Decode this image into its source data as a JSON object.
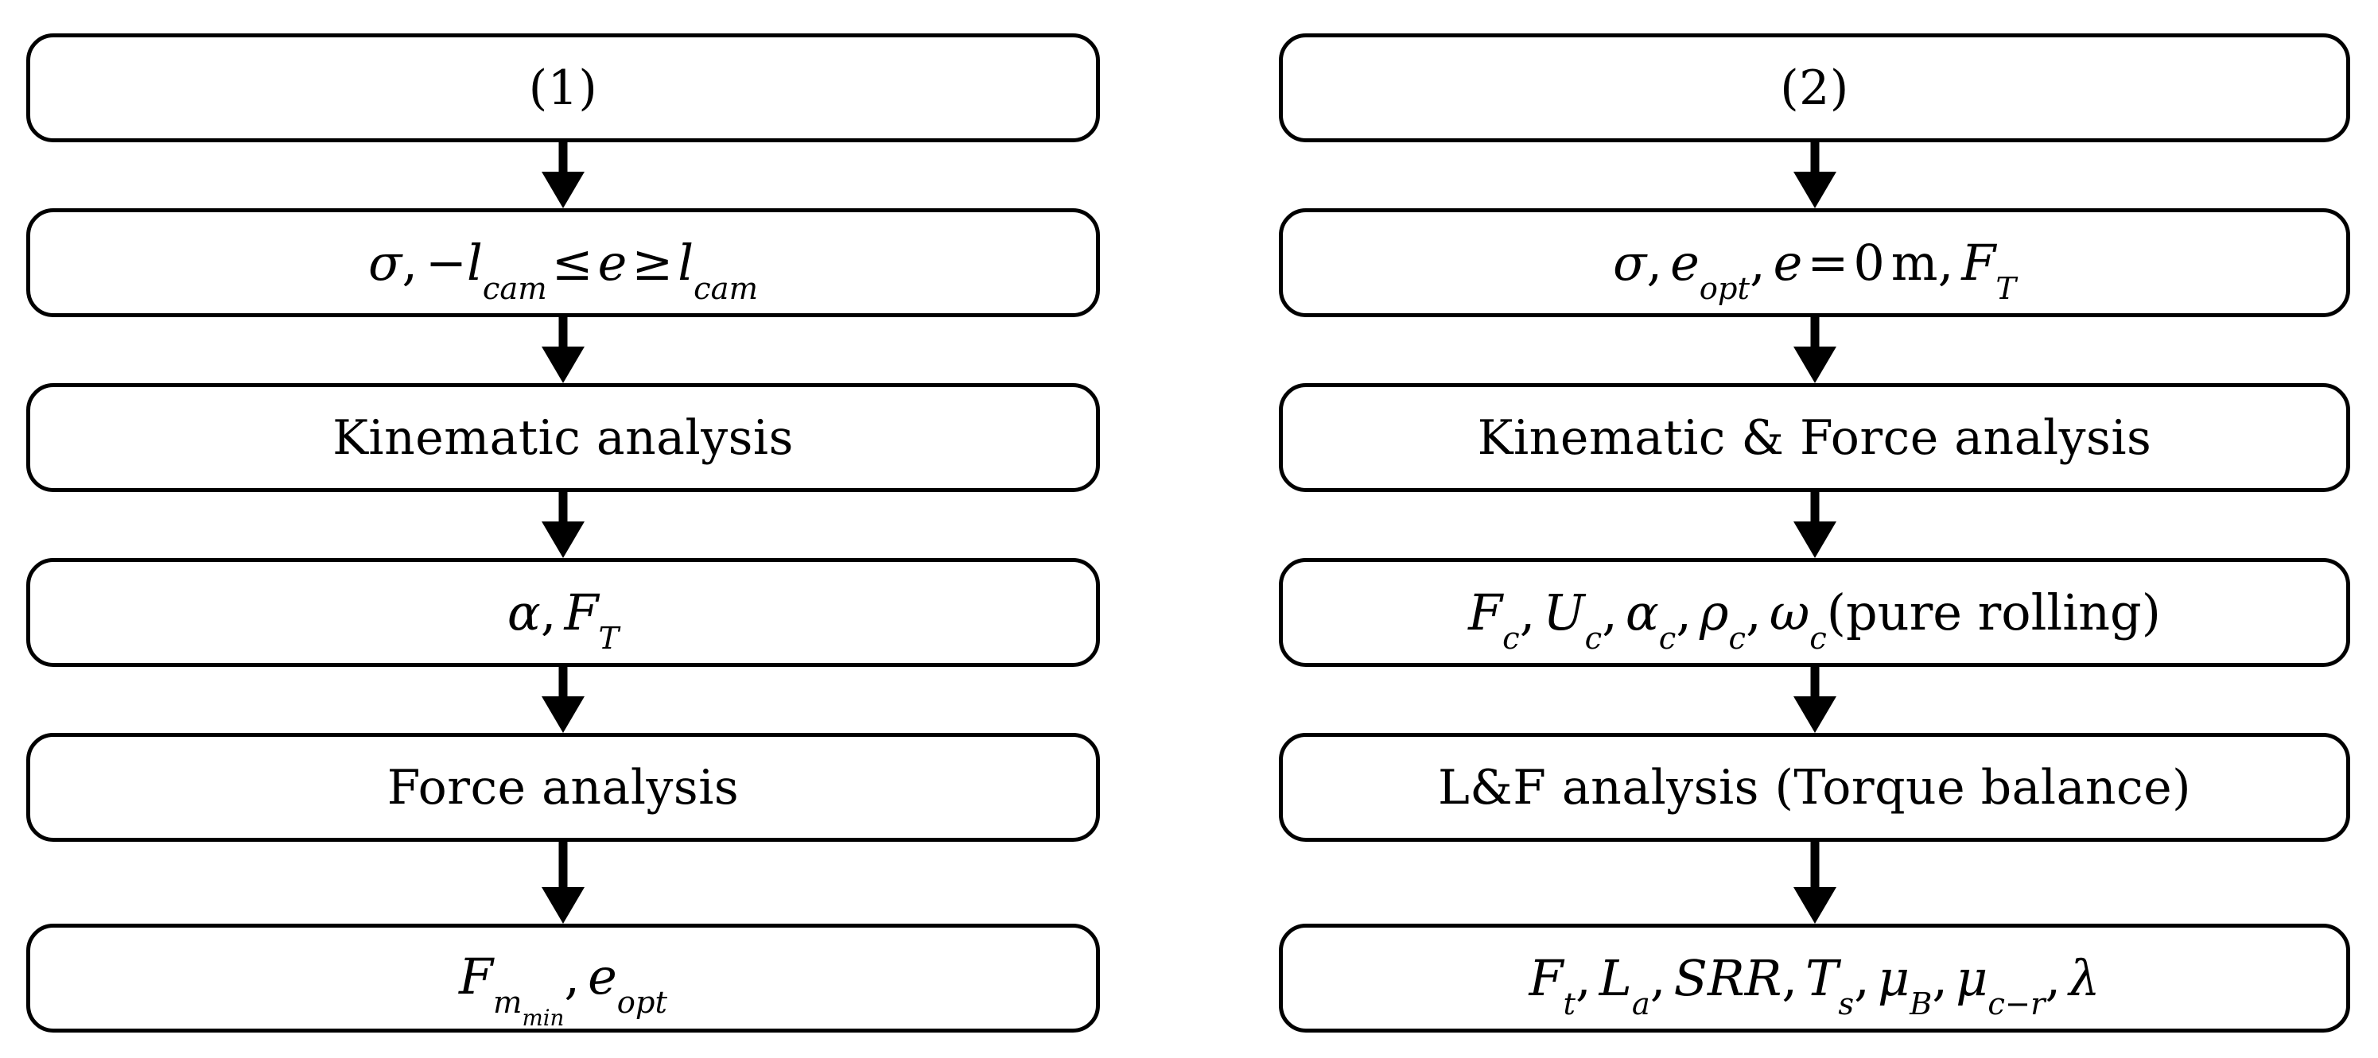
{
  "diagram": {
    "type": "flowchart",
    "orientation": "two-column-vertical",
    "colors": {
      "stroke": "#000000",
      "fill": "#ffffff",
      "text": "#000000"
    },
    "columns": [
      {
        "id": "column-1",
        "header": "(1)",
        "nodes": [
          {
            "id": "c1-n1",
            "kind": "header",
            "text": "(1)"
          },
          {
            "id": "c1-n2",
            "kind": "math",
            "text": "σ, −l_cam ≤ e ≥ l_cam"
          },
          {
            "id": "c1-n3",
            "kind": "text",
            "text": "Kinematic analysis"
          },
          {
            "id": "c1-n4",
            "kind": "math",
            "text": "α, F_T"
          },
          {
            "id": "c1-n5",
            "kind": "text",
            "text": "Force analysis"
          },
          {
            "id": "c1-n6",
            "kind": "math",
            "text": "F_{m_min}, e_opt"
          }
        ]
      },
      {
        "id": "column-2",
        "header": "(2)",
        "nodes": [
          {
            "id": "c2-n1",
            "kind": "header",
            "text": "(2)"
          },
          {
            "id": "c2-n2",
            "kind": "math",
            "text": "σ, e_opt, e = 0 m, F_T"
          },
          {
            "id": "c2-n3",
            "kind": "text",
            "text": "Kinematic & Force analysis"
          },
          {
            "id": "c2-n4",
            "kind": "math",
            "text": "F_c, U_c, α_c, ρ_c, ω_c(pure rolling)"
          },
          {
            "id": "c2-n5",
            "kind": "text",
            "text": "L&F analysis (Torque balance)"
          },
          {
            "id": "c2-n6",
            "kind": "math",
            "text": "F_t, L_a, SRR, T_s, μ_B, μ_{c−r}, λ"
          }
        ]
      }
    ],
    "connectors": [
      {
        "id": "c1-a1",
        "from": "c1-n1",
        "to": "c1-n2",
        "style": "solid-arrow-down"
      },
      {
        "id": "c1-a2",
        "from": "c1-n2",
        "to": "c1-n3",
        "style": "solid-arrow-down"
      },
      {
        "id": "c1-a3",
        "from": "c1-n3",
        "to": "c1-n4",
        "style": "solid-arrow-down"
      },
      {
        "id": "c1-a4",
        "from": "c1-n4",
        "to": "c1-n5",
        "style": "solid-arrow-down"
      },
      {
        "id": "c1-a5",
        "from": "c1-n5",
        "to": "c1-n6",
        "style": "solid-arrow-down"
      },
      {
        "id": "c2-a1",
        "from": "c2-n1",
        "to": "c2-n2",
        "style": "solid-arrow-down"
      },
      {
        "id": "c2-a2",
        "from": "c2-n2",
        "to": "c2-n3",
        "style": "solid-arrow-down"
      },
      {
        "id": "c2-a3",
        "from": "c2-n3",
        "to": "c2-n4",
        "style": "solid-arrow-down"
      },
      {
        "id": "c2-a4",
        "from": "c2-n4",
        "to": "c2-n5",
        "style": "solid-arrow-down"
      },
      {
        "id": "c2-a5",
        "from": "c2-n5",
        "to": "c2-n6",
        "style": "solid-arrow-down"
      }
    ]
  },
  "symbols": {
    "sigma": "σ",
    "alpha": "α",
    "rho": "ρ",
    "omega": "ω",
    "mu": "μ",
    "lambda": "λ",
    "minus": "−",
    "leq": "≤",
    "geq": "≥",
    "equals": "=",
    "comma": ",",
    "ampersand": "&",
    "paren_open": "(",
    "paren_close": ")"
  },
  "tokens": {
    "c1_n1": {
      "full": "(1)"
    },
    "c1_n2": {
      "sigma": "σ",
      "comma1": ",",
      "minus": "−",
      "l": "l",
      "cam1": "cam",
      "leq": "≤",
      "e": "e",
      "geq": "≥",
      "l2": "l",
      "cam2": "cam"
    },
    "c1_n3": {
      "full": "Kinematic analysis"
    },
    "c1_n4": {
      "alpha": "α",
      "comma": ",",
      "F": "F",
      "T": "T"
    },
    "c1_n5": {
      "full": "Force analysis"
    },
    "c1_n6": {
      "F": "F",
      "m": "m",
      "min": "min",
      "comma": ",",
      "e": "e",
      "opt": "opt"
    },
    "c2_n1": {
      "full": "(2)"
    },
    "c2_n2": {
      "sigma": "σ",
      "comma1": ",",
      "e1": "e",
      "opt": "opt",
      "comma2": ",",
      "e2": "e",
      "eq": "=",
      "zero": "0",
      "unit": "m",
      "comma3": ",",
      "F": "F",
      "T": "T"
    },
    "c2_n3": {
      "full": "Kinematic & Force analysis"
    },
    "c2_n4": {
      "F": "F",
      "c1": "c",
      "comma1": ",",
      "U": "U",
      "c2": "c",
      "comma2": ",",
      "alpha": "α",
      "c3": "c",
      "comma3": ",",
      "rho": "ρ",
      "c4": "c",
      "comma4": ",",
      "omega": "ω",
      "c5": "c",
      "paren": "(pure rolling)"
    },
    "c2_n5": {
      "full": "L&F analysis (Torque balance)"
    },
    "c2_n6": {
      "F": "F",
      "t": "t",
      "comma1": ",",
      "L": "L",
      "a": "a",
      "comma2": ",",
      "SRR": "SRR",
      "comma3": ",",
      "T": "T",
      "s": "s",
      "comma4": ",",
      "mu1": "μ",
      "B": "B",
      "comma5": ",",
      "mu2": "μ",
      "cr": "c−r",
      "comma6": ",",
      "lambda": "λ"
    }
  }
}
